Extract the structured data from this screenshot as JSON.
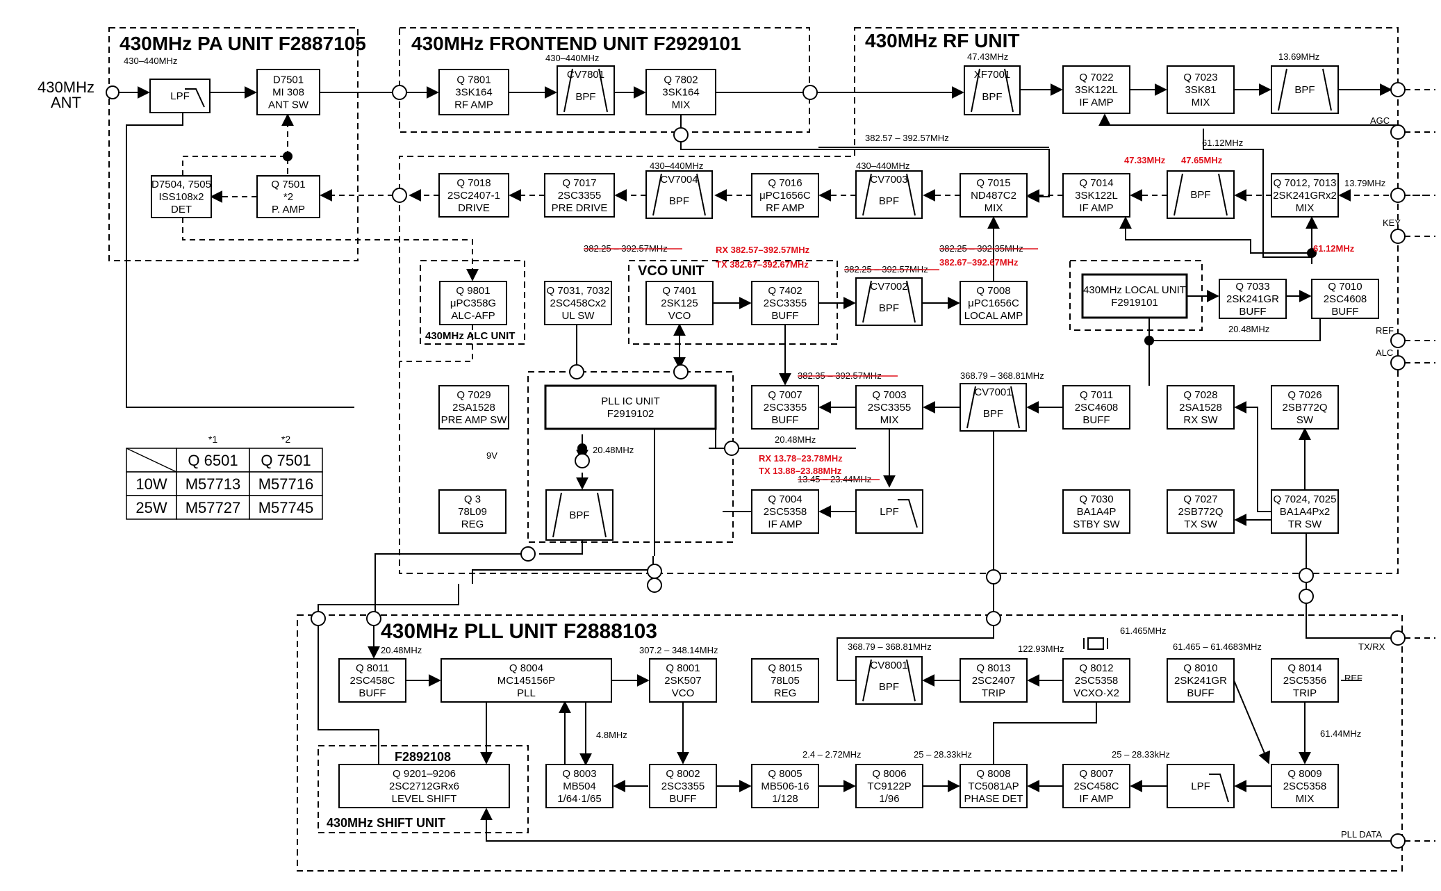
{
  "units": {
    "pa": "430MHz PA UNIT F2887105",
    "frontend": "430MHz FRONTEND UNIT F2929101",
    "rf": "430MHz RF UNIT",
    "vco": "VCO UNIT",
    "alc": "430MHz ALC UNIT",
    "pllic": [
      "PLL IC UNIT",
      "F2919102"
    ],
    "pll": "430MHz PLL UNIT F2888103",
    "shift_code": "F2892108",
    "shift": "430MHz SHIFT UNIT",
    "local": [
      "430MHz LOCAL UNIT",
      "F2919101"
    ]
  },
  "antenna": [
    "430MHz",
    "ANT"
  ],
  "blocks": {
    "pa_lpf": [
      "LPF"
    ],
    "d7501": [
      "D7501",
      "MI 308",
      "ANT SW"
    ],
    "d7504": [
      "D7504, 7505",
      "ISS108x2",
      "DET"
    ],
    "q7501": [
      "Q 7501",
      "*2",
      "P. AMP"
    ],
    "q7801": [
      "Q 7801",
      "3SK164",
      "RF AMP"
    ],
    "cv7801": [
      "CV7801",
      "BPF"
    ],
    "q7802": [
      "Q 7802",
      "3SK164",
      "MIX"
    ],
    "xf7001": [
      "XF7001",
      "BPF"
    ],
    "q7022": [
      "Q 7022",
      "3SK122L",
      "IF AMP"
    ],
    "q7023": [
      "Q 7023",
      "3SK81",
      "MIX"
    ],
    "bpf_1369": [
      "BPF"
    ],
    "q7018": [
      "Q 7018",
      "2SC2407-1",
      "DRIVE"
    ],
    "q7017": [
      "Q 7017",
      "2SC3355",
      "PRE DRIVE"
    ],
    "cv7004": [
      "CV7004",
      "BPF"
    ],
    "q7016": [
      "Q 7016",
      "μPC1656C",
      "RF AMP"
    ],
    "cv7003": [
      "CV7003",
      "BPF"
    ],
    "q7015": [
      "Q 7015",
      "ND487C2",
      "MIX"
    ],
    "q7014": [
      "Q 7014",
      "3SK122L",
      "IF AMP"
    ],
    "bpf_47": [
      "BPF"
    ],
    "q7012": [
      "Q 7012, 7013",
      "2SK241GRx2",
      "MIX"
    ],
    "q9801": [
      "Q 9801",
      "μPC358G",
      "ALC-AFP"
    ],
    "q7031": [
      "Q 7031, 7032",
      "2SC458Cx2",
      "UL SW"
    ],
    "q7401": [
      "Q 7401",
      "2SK125",
      "VCO"
    ],
    "q7402": [
      "Q 7402",
      "2SC3355",
      "BUFF"
    ],
    "cv7002": [
      "CV7002",
      "BPF"
    ],
    "q7008": [
      "Q 7008",
      "μPC1656C",
      "LOCAL AMP"
    ],
    "q7033": [
      "Q 7033",
      "2SK241GR",
      "BUFF"
    ],
    "q7010": [
      "Q 7010",
      "2SC4608",
      "BUFF"
    ],
    "q7029": [
      "Q 7029",
      "2SA1528",
      "PRE AMP SW"
    ],
    "q7007": [
      "Q 7007",
      "2SC3355",
      "BUFF"
    ],
    "q7003": [
      "Q 7003",
      "2SC3355",
      "MIX"
    ],
    "cv7001": [
      "CV7001",
      "BPF"
    ],
    "q7011": [
      "Q 7011",
      "2SC4608",
      "BUFF"
    ],
    "q7028": [
      "Q 7028",
      "2SA1528",
      "RX SW"
    ],
    "q7026": [
      "Q 7026",
      "2SB772Q",
      "SW"
    ],
    "q3": [
      "Q 3",
      "78L09",
      "REG"
    ],
    "bpf_pll": [
      "BPF"
    ],
    "q7004": [
      "Q 7004",
      "2SC5358",
      "IF AMP"
    ],
    "lpf_if": [
      "LPF"
    ],
    "q7030": [
      "Q 7030",
      "BA1A4P",
      "STBY SW"
    ],
    "q7027": [
      "Q 7027",
      "2SB772Q",
      "TX SW"
    ],
    "q7024": [
      "Q 7024, 7025",
      "BA1A4Px2",
      "TR SW"
    ],
    "q8011": [
      "Q 8011",
      "2SC458C",
      "BUFF"
    ],
    "q8004": [
      "Q 8004",
      "MC145156P",
      "PLL"
    ],
    "q8001": [
      "Q 8001",
      "2SK507",
      "VCO"
    ],
    "q8015": [
      "Q 8015",
      "78L05",
      "REG"
    ],
    "cv8001": [
      "CV8001",
      "BPF"
    ],
    "q8013": [
      "Q 8013",
      "2SC2407",
      "TRIP"
    ],
    "q8012": [
      "Q 8012",
      "2SC5358",
      "VCXO·X2"
    ],
    "q8010": [
      "Q 8010",
      "2SK241GR",
      "BUFF"
    ],
    "q8014": [
      "Q 8014",
      "2SC5356",
      "TRIP"
    ],
    "q9201": [
      "Q 9201–9206",
      "2SC2712GRx6",
      "LEVEL SHIFT"
    ],
    "q8003": [
      "Q 8003",
      "MB504",
      "1/64·1/65"
    ],
    "q8002": [
      "Q 8002",
      "2SC3355",
      "BUFF"
    ],
    "q8005": [
      "Q 8005",
      "MB506-16",
      "1/128"
    ],
    "q8006": [
      "Q 8006",
      "TC9122P",
      "1/96"
    ],
    "q8008": [
      "Q 8008",
      "TC5081AP",
      "PHASE DET"
    ],
    "q8007": [
      "Q 8007",
      "2SC458C",
      "IF AMP"
    ],
    "lpf_pll": [
      "LPF"
    ],
    "q8009": [
      "Q 8009",
      "2SC5358",
      "MIX"
    ]
  },
  "labels": {
    "f430_440_a": "430–440MHz",
    "f430_440_b": "430–440MHz",
    "f4743": "47.43MHz",
    "f1369": "13.69MHz",
    "f430_440_c": "430–440MHz",
    "f430_440_d": "430–440MHz",
    "f382_57": "382.57 – 392.57MHz",
    "agc": "AGC",
    "f6112a": "61.12MHz",
    "f1379": "13.79MHz",
    "key": "KEY",
    "f382_25a": "382.25 – 392.57MHz",
    "f382_25b": "382.25 – 392.57MHz",
    "f382_25c": "382.25 – 392.35MHz",
    "f2048a": "20.48MHz",
    "ref1": "REF",
    "alc": "ALC",
    "f382_35": "382.35 – 392.57MHz",
    "f368a": "368.79 – 368.81MHz",
    "f2048b": "20.48MHz",
    "f2048c": "20.48MHz",
    "f1345": "13.45 – 23.44MHz",
    "v9": "9V",
    "txrx": "TX/RX",
    "f2048d": "20.48MHz",
    "f307": "307.2 – 348.14MHz",
    "f368b": "368.79 – 368.81MHz",
    "f12293": "122.93MHz",
    "f61465": "61.465MHz",
    "f61465r": "61.465 – 61.4683MHz",
    "ref2": "REF",
    "f48": "4.8MHz",
    "f61_44": "61.44MHz",
    "f24": "2.4 – 2.72MHz",
    "f25a": "25 – 28.33kHz",
    "f25b": "25 – 28.33kHz",
    "plldata": "PLL DATA",
    "xtal": "X'tal"
  },
  "red_labels": {
    "f4733": "47.33MHz",
    "f4765": "47.65MHz",
    "rx382": "RX 382.57–392.57MHz",
    "tx382": "TX 382.67–392.67MHz",
    "f38267": "382.67–392.67MHz",
    "f6112": "61.12MHz",
    "rx1378": "RX 13.78–23.78MHz",
    "tx1388": "TX 13.88–23.88MHz"
  },
  "table": {
    "header": [
      "",
      "*1",
      "*2"
    ],
    "cols": [
      "",
      "Q 6501",
      "Q 7501"
    ],
    "rows": [
      [
        "10W",
        "M57713",
        "M57716"
      ],
      [
        "25W",
        "M57727",
        "M57745"
      ]
    ]
  },
  "colors": {
    "line": "#000000",
    "accent_red": "#e0101a",
    "background": "#ffffff"
  }
}
